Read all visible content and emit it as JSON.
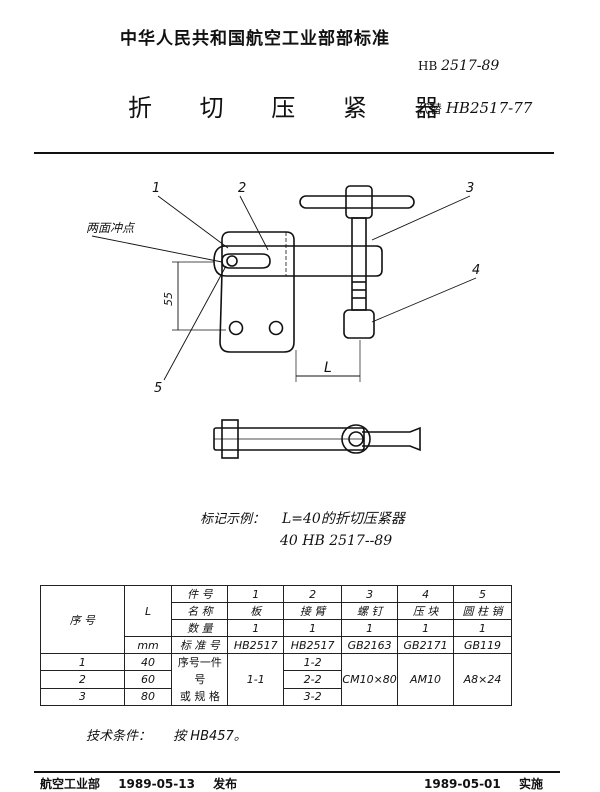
{
  "header": {
    "organization": "中华人民共和国航空工业部部标准",
    "standard_prefix": "HB",
    "standard_number": "2517-89",
    "title": "折 切 压 紧 器",
    "replaces_label": "代替",
    "replaces_number": "HB2517-77"
  },
  "drawing": {
    "callouts": [
      "1",
      "2",
      "3",
      "4",
      "5"
    ],
    "note_two_side_punch": "两面冲点",
    "dim_55": "55",
    "dim_L": "L"
  },
  "marking_example": {
    "label": "标记示例：",
    "value": "L=40的折切压紧器",
    "code": "40  HB 2517--89"
  },
  "parts_table": {
    "row_labels": {
      "seq": "序 号",
      "L": "L",
      "part_no": "件 号",
      "name": "名 称",
      "qty": "数 量",
      "std_no": "标 准 号",
      "mm": "mm",
      "spec": "序号一件号",
      "spec2": "或 规 格"
    },
    "part_numbers": [
      "1",
      "2",
      "3",
      "4",
      "5"
    ],
    "part_names": [
      "板",
      "接 臂",
      "螺 钉",
      "压 块",
      "圆 柱 销"
    ],
    "quantities": [
      "1",
      "1",
      "1",
      "1",
      "1"
    ],
    "standards": [
      "HB2517",
      "HB2517",
      "GB2163",
      "GB2171",
      "GB119"
    ],
    "rows": [
      {
        "seq": "1",
        "L": "40",
        "arm": "1-2"
      },
      {
        "seq": "2",
        "L": "60",
        "arm": "2-2"
      },
      {
        "seq": "3",
        "L": "80",
        "arm": "3-2"
      }
    ],
    "plate_spec": "1-1",
    "screw_spec": "CM10×80",
    "block_spec": "AM10",
    "pin_spec": "A8×24"
  },
  "technical": {
    "label": "技术条件：",
    "text": "按 HB457。"
  },
  "footer": {
    "issuer": "航空工业部",
    "issue_date": "1989-05-13",
    "issue_word": "发布",
    "effective_date": "1989-05-01",
    "effective_word": "实施"
  }
}
